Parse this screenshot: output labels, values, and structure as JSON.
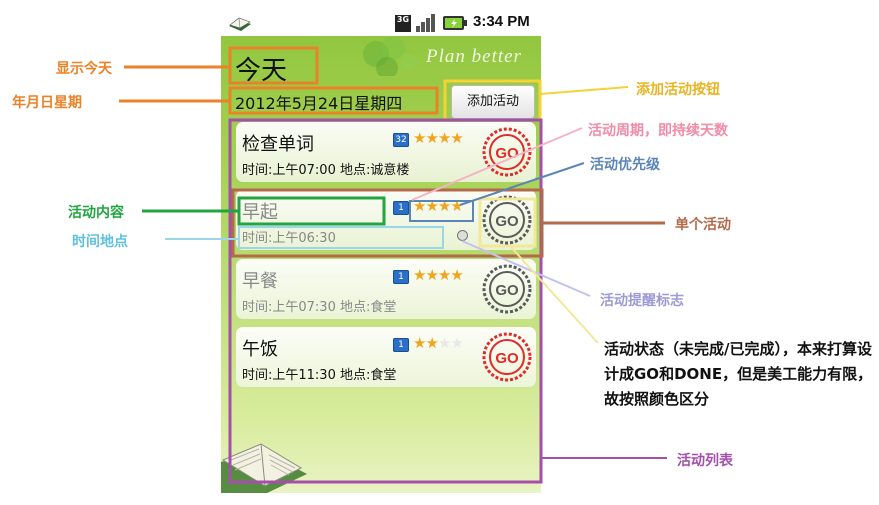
{
  "status_bar": {
    "time": "3:34 PM",
    "network": "3G",
    "icons": [
      "app-icon",
      "3g-icon",
      "signal-icon",
      "battery-icon"
    ]
  },
  "header": {
    "today": "今天",
    "date": "2012年5月24日星期四",
    "brand": "Plan better",
    "add_button": "添加活动"
  },
  "activities": [
    {
      "title": "检查单词",
      "meta": "时间:上午07:00  地点:诚意楼",
      "duration_days": "32",
      "stars": 4,
      "max_stars": 4,
      "status": "GO",
      "status_color": "#e02b2b",
      "done": false,
      "reminder": false
    },
    {
      "title": "早起",
      "meta": "时间:上午06:30",
      "duration_days": "1",
      "stars": 4,
      "max_stars": 4,
      "status": "GO",
      "status_color": "#5a5a5a",
      "done": true,
      "reminder": true
    },
    {
      "title": "早餐",
      "meta": "时间:上午07:30  地点:食堂",
      "duration_days": "1",
      "stars": 4,
      "max_stars": 4,
      "status": "GO",
      "status_color": "#5a5a5a",
      "done": true,
      "reminder": false
    },
    {
      "title": "午饭",
      "meta": "时间:上午11:30  地点:食堂",
      "duration_days": "1",
      "stars": 2,
      "max_stars": 4,
      "status": "GO",
      "status_color": "#e02b2b",
      "done": false,
      "reminder": false
    }
  ],
  "annotations": {
    "show_today": "显示今天",
    "ymd_week": "年月日星期",
    "add_activity_button": "添加活动按钮",
    "activity_period": "活动周期，即持续天数",
    "activity_priority": "活动优先级",
    "activity_content": "活动内容",
    "single_activity": "单个活动",
    "time_location": "时间地点",
    "reminder_flag": "活动提醒标志",
    "activity_status_desc": "活动状态（未完成/已完成），本来打算设计成GO和DONE，但是美工能力有限，故按照颜色区分",
    "activity_list": "活动列表"
  },
  "colors": {
    "orange": "#ea8228",
    "yellow": "#e9b421",
    "pink": "#f08ca8",
    "blue": "#5b85b5",
    "green": "#22a540",
    "cyan": "#5fc1dd",
    "brown": "#b26a4b",
    "lavender": "#c4c2ea",
    "purple": "#a44fab",
    "star": "#f0a51c"
  }
}
